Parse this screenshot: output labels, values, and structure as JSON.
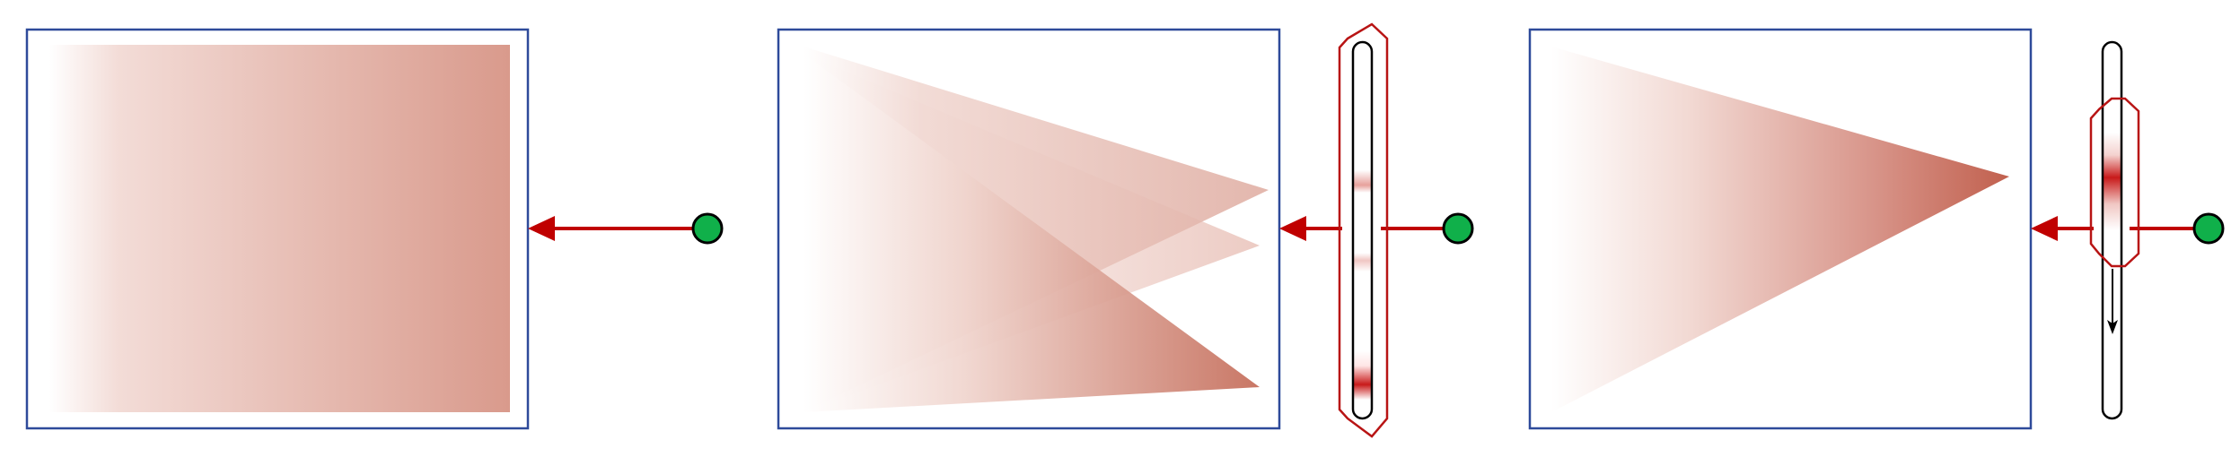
{
  "colors": {
    "frame": "#2e4a9a",
    "beam": "#c98275",
    "beam_strong": "#c1604e",
    "arrow": "#c00000",
    "source": "#10b04a",
    "outline": "#000000",
    "aperture": "#b81414",
    "background": "#ffffff"
  },
  "panels": [
    {
      "name": "panel-1",
      "label": "",
      "beam": "uniform",
      "slit": "none"
    },
    {
      "name": "panel-2",
      "label": "",
      "beam": "two-fans",
      "slit": "fixed-with-enclosure"
    },
    {
      "name": "panel-3",
      "label": "",
      "beam": "single-fan",
      "slit": "scanning-with-arrow"
    }
  ],
  "icons": {
    "source": "circle-icon",
    "arrow": "arrow-left-icon",
    "scan_direction": "arrow-down-icon"
  }
}
